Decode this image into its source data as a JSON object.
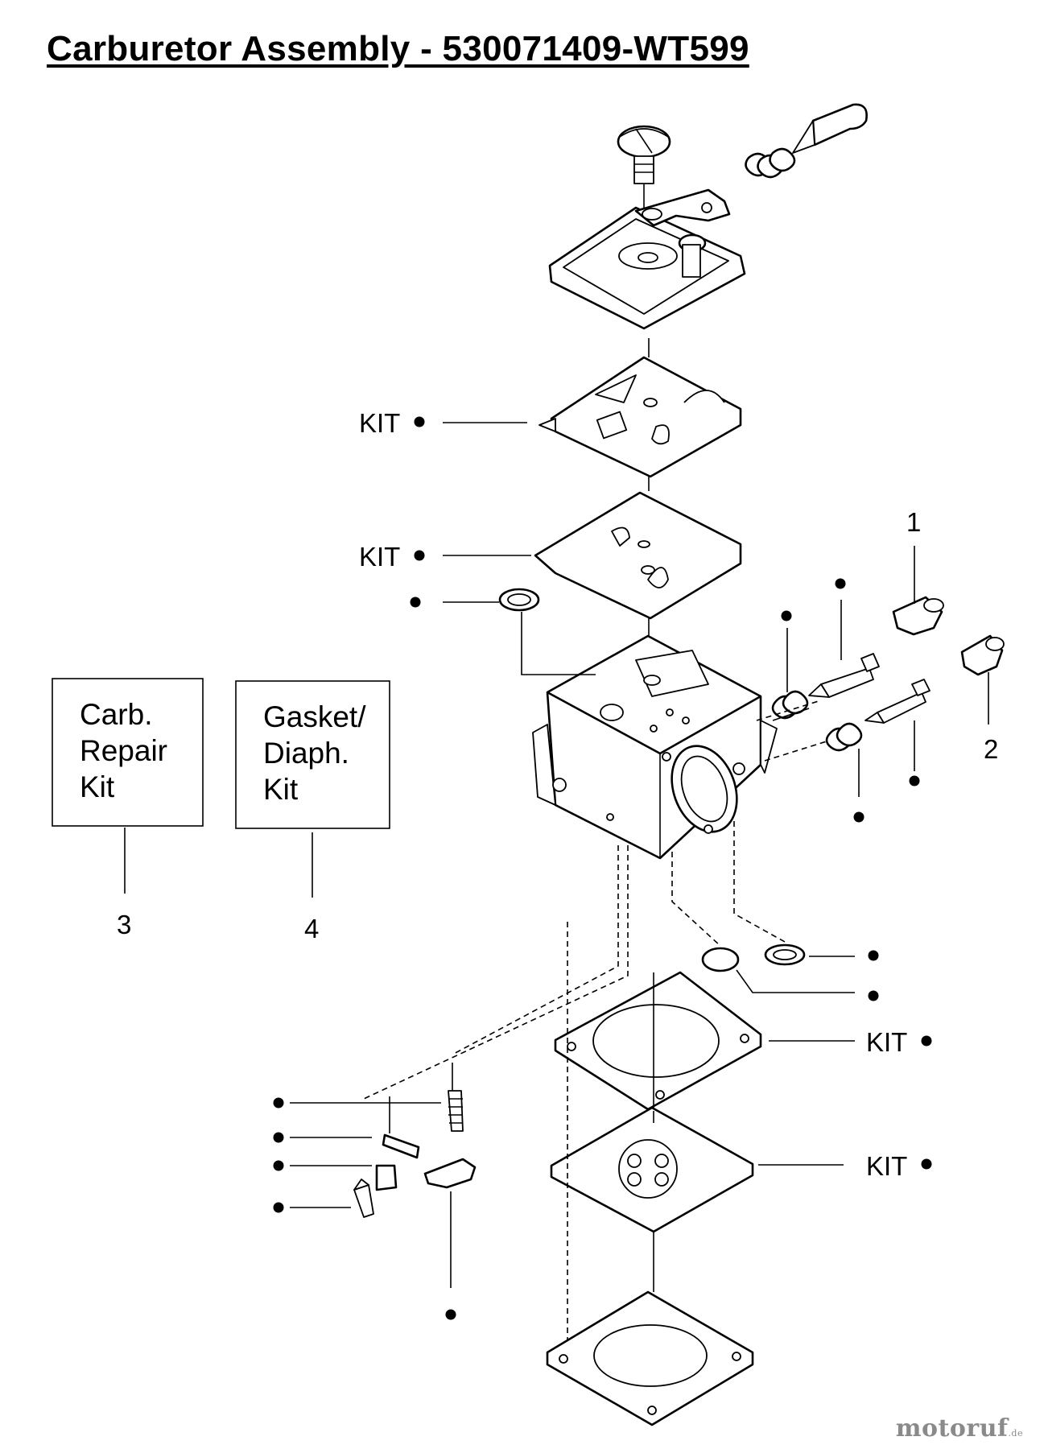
{
  "title": "Carburetor Assembly - 530071409-WT599",
  "labels": {
    "kit": "KIT",
    "callout_1": "1",
    "callout_2": "2",
    "callout_3": "3",
    "callout_4": "4"
  },
  "boxes": {
    "carb_repair_kit": [
      "Carb.",
      "Repair",
      "Kit"
    ],
    "gasket_diaph_kit": [
      "Gasket/",
      "Diaph.",
      "Kit"
    ]
  },
  "watermark": {
    "brand": "motoruf",
    "suffix": ".de",
    "color": "#8a8a8a"
  },
  "icons": [
    "kit-bullet-dot",
    "part-outline-drawings"
  ]
}
